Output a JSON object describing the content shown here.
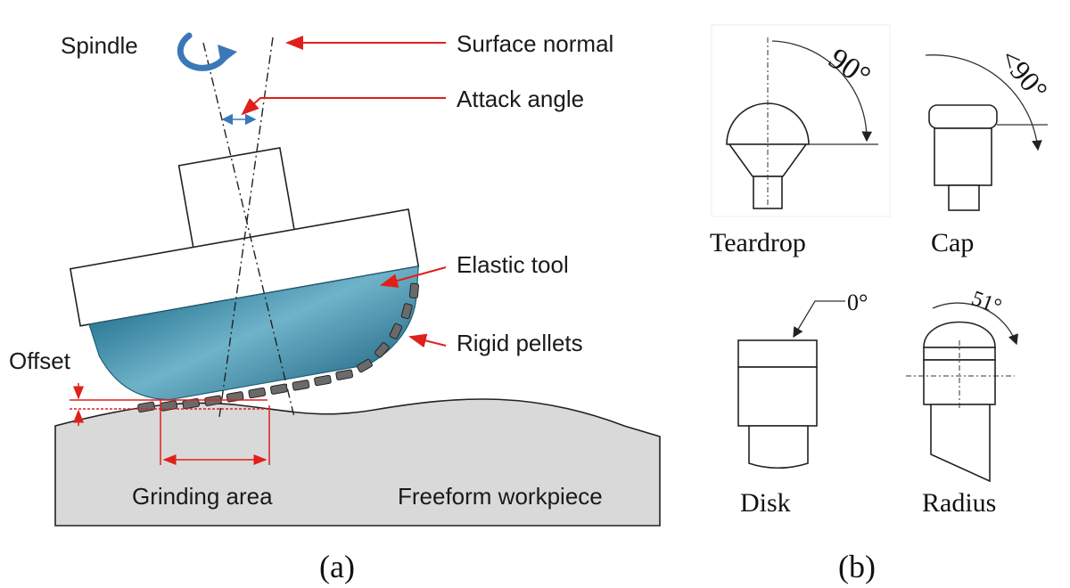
{
  "panel_a": {
    "labels": {
      "spindle": "Spindle",
      "surface_normal": "Surface normal",
      "attack_angle": "Attack angle",
      "elastic_tool": "Elastic tool",
      "rigid_pellets": "Rigid pellets",
      "offset": "Offset",
      "grinding_area": "Grinding area",
      "freeform_workpiece": "Freeform workpiece"
    },
    "caption": "(a)"
  },
  "panel_b": {
    "tools": [
      {
        "name": "Teardrop",
        "angle": "90°"
      },
      {
        "name": "Cap",
        "angle": "<90°"
      },
      {
        "name": "Disk",
        "angle": "0°"
      },
      {
        "name": "Radius",
        "angle": "51°"
      }
    ],
    "caption": "(b)"
  },
  "colors": {
    "tool_blue": "#3f8aa6",
    "tool_blue_light": "#6fb3c9",
    "pointer_red": "#e0201b",
    "workpiece_gray": "#d9d9d9",
    "pellet_gray": "#6a6a6a",
    "spindle_arrow": "#3a78b8"
  }
}
